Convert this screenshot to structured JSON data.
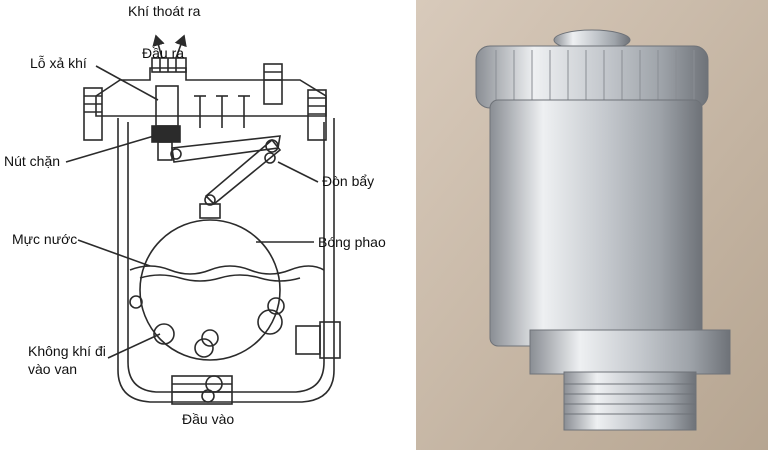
{
  "labels": {
    "outlet_air": "Khí thoát ra",
    "outlet": "Đầu ra",
    "vent_hole": "Lỗ xả khí",
    "stopper": "Nút chặn",
    "lever": "Đòn bẩy",
    "water_level": "Mực nước",
    "float_ball": "Bóng phao",
    "air_in_line1": "Không khí đi",
    "air_in_line2": "vào van",
    "inlet": "Đầu vào"
  },
  "colors": {
    "line": "#2b2b2b",
    "photo_bg": "#c9b9a5",
    "metal_light": "#eef0f2",
    "metal_dark": "#7b7f85"
  }
}
